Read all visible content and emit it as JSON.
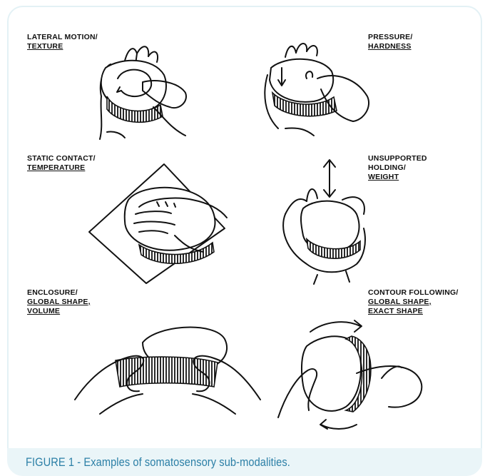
{
  "figure": {
    "caption": "FIGURE 1 - Examples of somatosensory sub-modalities.",
    "panels": [
      {
        "line1": "LATERAL MOTION/",
        "line2": "TEXTURE",
        "line3": ""
      },
      {
        "line1": "PRESSURE/",
        "line2": "HARDNESS",
        "line3": ""
      },
      {
        "line1": "STATIC CONTACT/",
        "line2": "TEMPERATURE",
        "line3": ""
      },
      {
        "line1": "UNSUPPORTED",
        "line2": "HOLDING/",
        "line3": "WEIGHT"
      },
      {
        "line1": "ENCLOSURE/",
        "line2": "GLOBAL SHAPE,",
        "line3": "VOLUME"
      },
      {
        "line1": "CONTOUR FOLLOWING/",
        "line2": "GLOBAL SHAPE,",
        "line3": "EXACT SHAPE"
      }
    ]
  },
  "colors": {
    "caption": "#2b7fa6",
    "panel_border": "#e3f1f5",
    "ink": "#111111"
  }
}
